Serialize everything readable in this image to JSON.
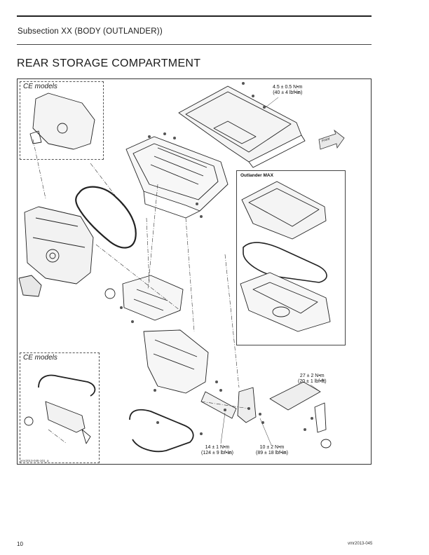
{
  "header": {
    "subsection": "Subsection XX (BODY (OUTLANDER))",
    "title": "REAR STORAGE COMPARTMENT"
  },
  "figure": {
    "inset_ce_top_label": "CE models",
    "inset_ce_bottom_label": "CE models",
    "inset_max_label": "Outlander MAX",
    "front_label": "Front",
    "figure_code": "vmr2013-045-101_a",
    "torque_top": {
      "line1": "4.5 ± 0.5 N•m",
      "line2_pre": "(40 ± 4 lbf•",
      "line2_unit": "in",
      "line2_post": ")"
    },
    "torque_right": {
      "line1": "27 ± 2 N•m",
      "line2_pre": "(20 ± 1 lbf•",
      "line2_unit": "ft",
      "line2_post": ")"
    },
    "torque_mid": {
      "line1": "14 ± 1 N•m",
      "line2_pre": "(124 ± 9 lbf•",
      "line2_unit": "in",
      "line2_post": ")"
    },
    "torque_low": {
      "line1": "10 ± 2 N•m",
      "line2_pre": "(89 ± 18 lbf•",
      "line2_unit": "in",
      "line2_post": ")"
    }
  },
  "footer": {
    "page_number": "10",
    "doc_code": "vmr2013-045"
  }
}
